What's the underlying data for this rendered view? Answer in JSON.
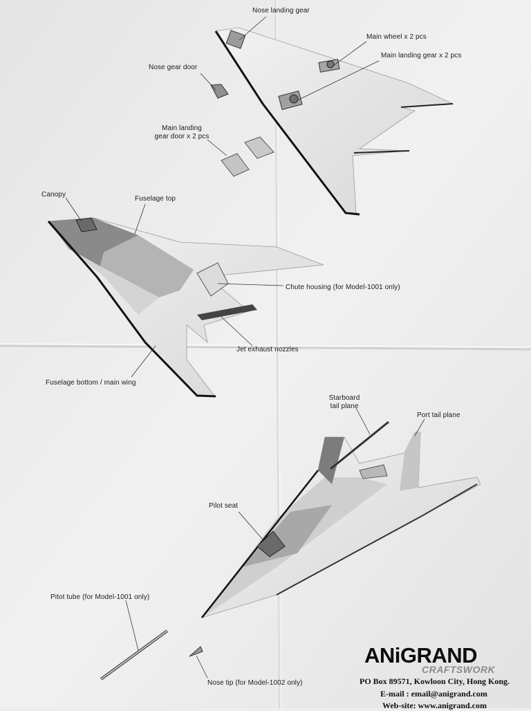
{
  "labels": {
    "nose_landing_gear": "Nose landing gear",
    "main_wheel": "Main wheel x 2 pcs",
    "main_landing_gear": "Main landing gear x 2 pcs",
    "nose_gear_door": "Nose gear door",
    "main_gear_door_line1": "Main landing",
    "main_gear_door_line2": "gear door x 2 pcs",
    "canopy": "Canopy",
    "fuselage_top": "Fuselage top",
    "chute_housing": "Chute housing (for Model-1001 only)",
    "jet_exhaust": "Jet exhaust nozzles",
    "fuselage_bottom": "Fuselage bottom / main wing",
    "starboard_line1": "Starboard",
    "starboard_line2": "tail plane",
    "port_tail": "Port tail plane",
    "pilot_seat": "Pilot seat",
    "pitot_tube": "Pitot tube (for Model-1001 only)",
    "nose_tip": "Nose tip (for Model-1002 only)"
  },
  "brand": {
    "name": "ANiGRAND",
    "sub": "CRAFTSWORK",
    "address": "PO Box 89571, Kowloon City, Hong Kong.",
    "email": "E-mail : email@anigrand.com",
    "website": "Web-site: www.anigrand.com"
  }
}
